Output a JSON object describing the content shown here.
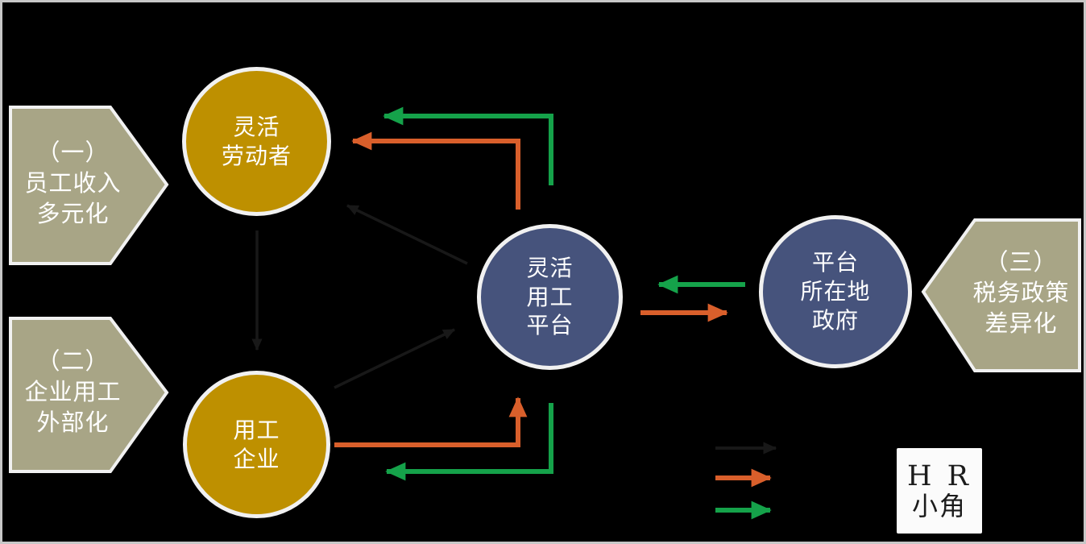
{
  "nodes": {
    "worker": {
      "label": "灵活\n劳动者",
      "color": "#BE9000"
    },
    "employer": {
      "label": "用工\n企业",
      "color": "#BE9000"
    },
    "platform": {
      "label": "灵活\n用工\n平台",
      "color": "#46537C"
    },
    "government": {
      "label": "平台\n所在地\n政府",
      "color": "#46537C"
    }
  },
  "callouts": {
    "one": {
      "label": "（一）\n员工收入\n多元化",
      "points": "right"
    },
    "two": {
      "label": "（二）\n企业用工\n外部化",
      "points": "right"
    },
    "three": {
      "label": "（三）\n税务政策\n差异化",
      "points": "left"
    }
  },
  "connections": [
    {
      "from": "worker",
      "to": "employer",
      "color": "black",
      "shape": "straight"
    },
    {
      "from": "platform",
      "to": "worker",
      "color": "black",
      "shape": "straight"
    },
    {
      "from": "employer",
      "to": "platform",
      "color": "black",
      "shape": "straight"
    },
    {
      "from": "platform",
      "to": "worker",
      "color": "green",
      "shape": "elbow"
    },
    {
      "from": "platform",
      "to": "worker",
      "color": "orange",
      "shape": "elbow"
    },
    {
      "from": "employer",
      "to": "platform",
      "color": "orange",
      "shape": "elbow"
    },
    {
      "from": "platform",
      "to": "employer",
      "color": "green",
      "shape": "elbow"
    },
    {
      "from": "government",
      "to": "platform",
      "color": "green",
      "shape": "straight"
    },
    {
      "from": "platform",
      "to": "government",
      "color": "orange",
      "shape": "straight"
    }
  ],
  "legend": {
    "items": [
      {
        "name": "black-arrow",
        "color": "#181818"
      },
      {
        "name": "orange-arrow",
        "color": "#D95F2B"
      },
      {
        "name": "green-arrow",
        "color": "#15A24A"
      }
    ]
  },
  "watermark": {
    "top": "H R",
    "bottom": "小角"
  },
  "colors": {
    "background": "#000000",
    "frame": "#C7C7C7",
    "gold": "#BE9000",
    "blue": "#46537C",
    "olive": "#A8A586",
    "shape_border": "#F1F1F1",
    "arrow_black": "#181818",
    "arrow_orange": "#D95F2B",
    "arrow_green": "#15A24A",
    "stamp_bg": "#FBFBFB",
    "stamp_ink": "#1C1C1C"
  }
}
